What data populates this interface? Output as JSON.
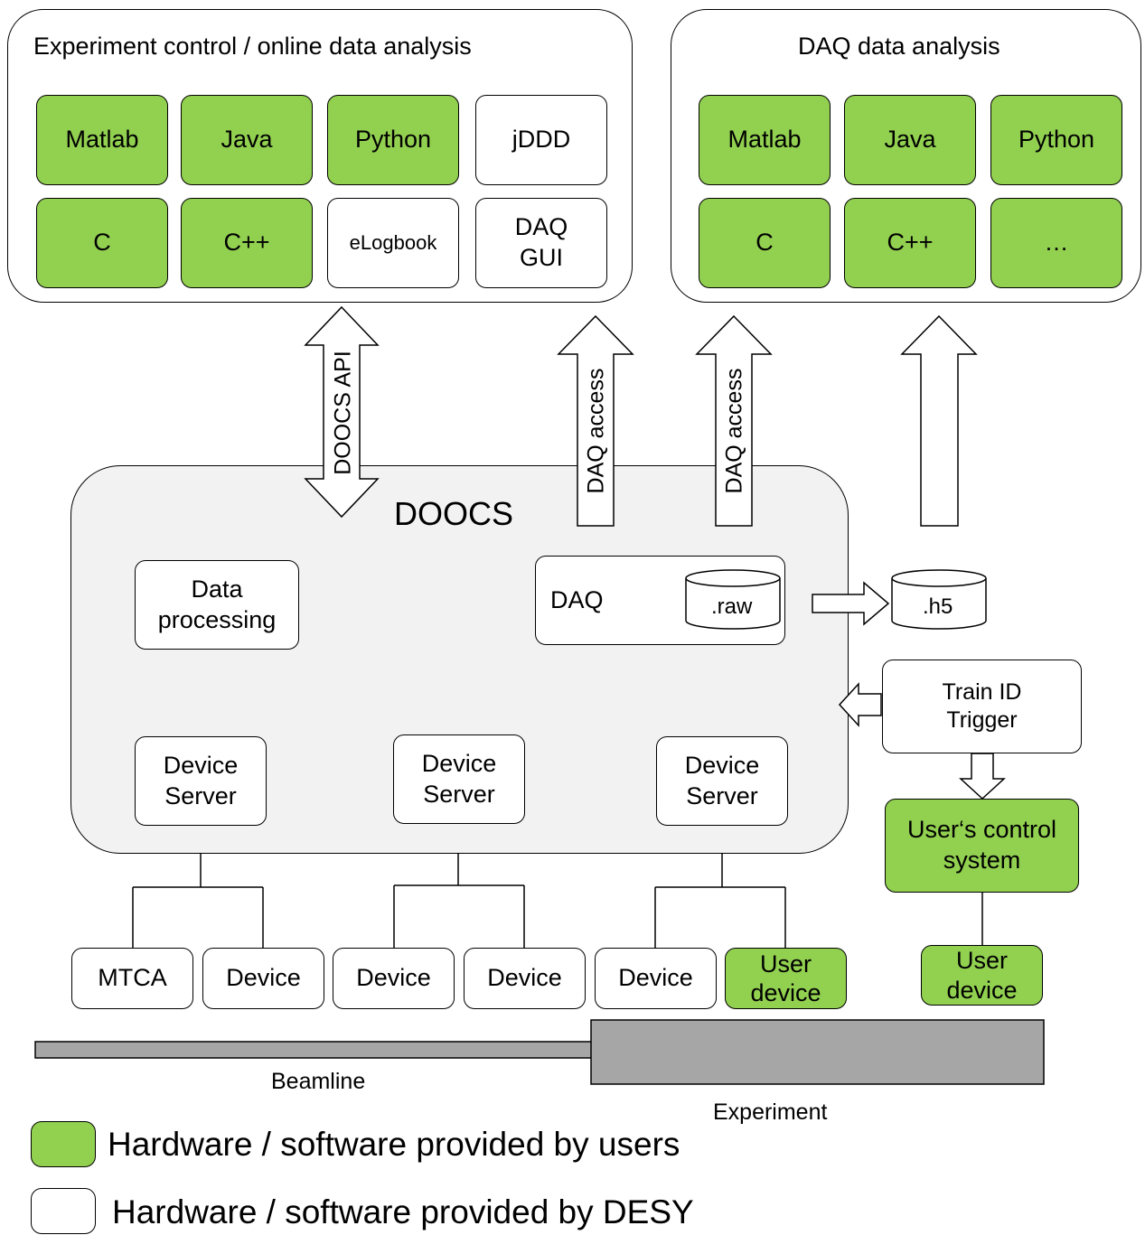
{
  "panels": {
    "control_title": "Experiment control / online data analysis",
    "daq_title": "DAQ data analysis"
  },
  "control_tools": [
    "Matlab",
    "Java",
    "Python",
    "jDDD",
    "C",
    "C++",
    "eLogbook",
    "DAQ\nGUI"
  ],
  "daq_tools": [
    "Matlab",
    "Java",
    "Python",
    "C",
    "C++",
    "…"
  ],
  "arrows": {
    "doocs_api": "DOOCS API",
    "daq_access_1": "DAQ access",
    "daq_access_2": "DAQ access"
  },
  "doocs": {
    "title": "DOOCS",
    "data_processing": "Data\nprocessing",
    "daq": "DAQ",
    "raw": ".raw",
    "device_server_1": "Device\nServer",
    "device_server_2": "Device\nServer",
    "device_server_3": "Device\nServer"
  },
  "h5": ".h5",
  "train_id_trigger": "Train ID\nTrigger",
  "users_control_system": "User‘s control\nsystem",
  "devices": [
    "MTCA",
    "Device",
    "Device",
    "Device",
    "Device",
    "User\ndevice"
  ],
  "user_device_right": "User\ndevice",
  "beamline": "Beamline",
  "experiment": "Experiment",
  "legend": {
    "users": "Hardware / software provided by users",
    "desy": "Hardware / software provided by DESY"
  },
  "colors": {
    "user_provided": "#92d050",
    "desy_provided": "#ffffff",
    "doocs_background": "#f2f2f2",
    "beam": "#a6a6a6"
  }
}
